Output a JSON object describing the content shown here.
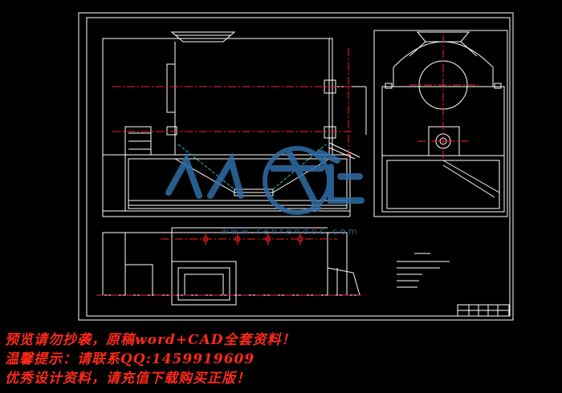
{
  "banner": {
    "line1": "预览请勿抄袭，原稿word+CAD全套资料！",
    "line2": "温馨提示：请联系QQ:1459919609",
    "line3": "优秀设计资料，请充值下载购买正版！"
  },
  "watermark": {
    "text": "人人文库",
    "url": "w w w . r e n r e n d o c . c o m"
  },
  "colors": {
    "background": "#000000",
    "line": "#ffffff",
    "centerline": "#ff2020",
    "hidden": "#30c0c0",
    "watermark": "#2e6ea6",
    "banner": "#ff2a1a"
  }
}
